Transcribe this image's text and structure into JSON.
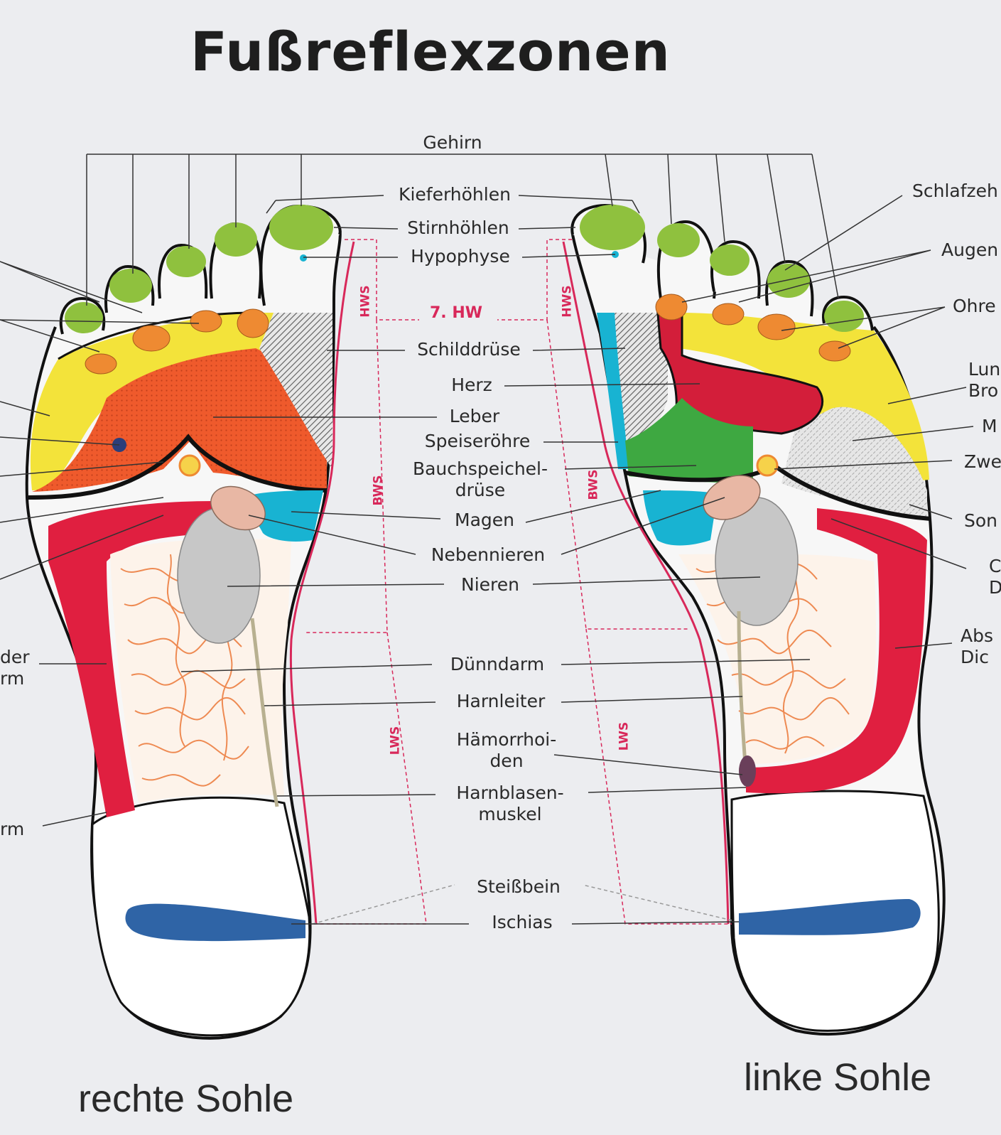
{
  "title": "Fußreflexzonen",
  "sole_labels": {
    "right": "rechte Sohle",
    "left": "linke Sohle"
  },
  "spine_labels": {
    "hws": "HWS",
    "bws": "BWS",
    "lws": "LWS",
    "hw7": "7. HW"
  },
  "center_labels": {
    "gehirn": "Gehirn",
    "kieferhoehlen": "Kieferhöhlen",
    "stirnhoehlen": "Stirnhöhlen",
    "hypophyse": "Hypophyse",
    "schilddruese": "Schilddrüse",
    "herz": "Herz",
    "leber": "Leber",
    "speiseroehre": "Speiseröhre",
    "bauchspeicheldruese": "Bauchspeichel-\ndrüse",
    "magen": "Magen",
    "nebennieren": "Nebennieren",
    "nieren": "Nieren",
    "duenndarm": "Dünndarm",
    "harnleiter": "Harnleiter",
    "haemorrhoiden": "Hämorrhoi-\nden",
    "harnblasenmuskel": "Harnblasen-\nmuskel",
    "steissbein": "Steißbein",
    "ischias": "Ischias"
  },
  "right_edge_labels": {
    "schlafzeh": "Schlafzeh",
    "augen": "Augen",
    "ohre": "Ohre",
    "lun_bro": "Lun\nBro",
    "m": "M",
    "zwe": "Zwe",
    "son": "Son",
    "cd": "C\nD",
    "abs_dic": "Abs\nDic"
  },
  "left_edge_labels": {
    "der_rm": "der\nrm",
    "rm": "rm"
  },
  "colors": {
    "background": "#ecedf0",
    "toe_green": "#8fc13e",
    "orange_point": "#ee8a32",
    "yellow_lung": "#f3e33a",
    "liver_orange": "#ef5a2c",
    "heart_red": "#d31e3a",
    "intestine_red": "#e01f40",
    "stomach_cyan": "#18b3d2",
    "pancreas_green": "#3ea841",
    "kidney_gray": "#c7c7c7",
    "adrenal_pink": "#e8b7a4",
    "ischias_blue": "#2f64a6",
    "spine_pink": "#d8285a",
    "outline": "#111111"
  }
}
